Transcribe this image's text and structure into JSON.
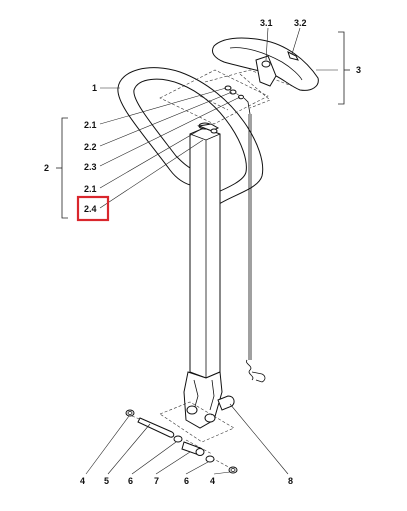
{
  "labels": {
    "l1": "1",
    "l2": "2",
    "l3": "3",
    "l4a": "4",
    "l4b": "4",
    "l5": "5",
    "l6a": "6",
    "l6b": "6",
    "l7": "7",
    "l8": "8",
    "l21a": "2.1",
    "l22": "2.2",
    "l23": "2.3",
    "l21b": "2.1",
    "l24": "2.4",
    "l31": "3.1",
    "l32": "3.2"
  },
  "highlight": {
    "color": "#d9262c",
    "label": "2.4"
  }
}
